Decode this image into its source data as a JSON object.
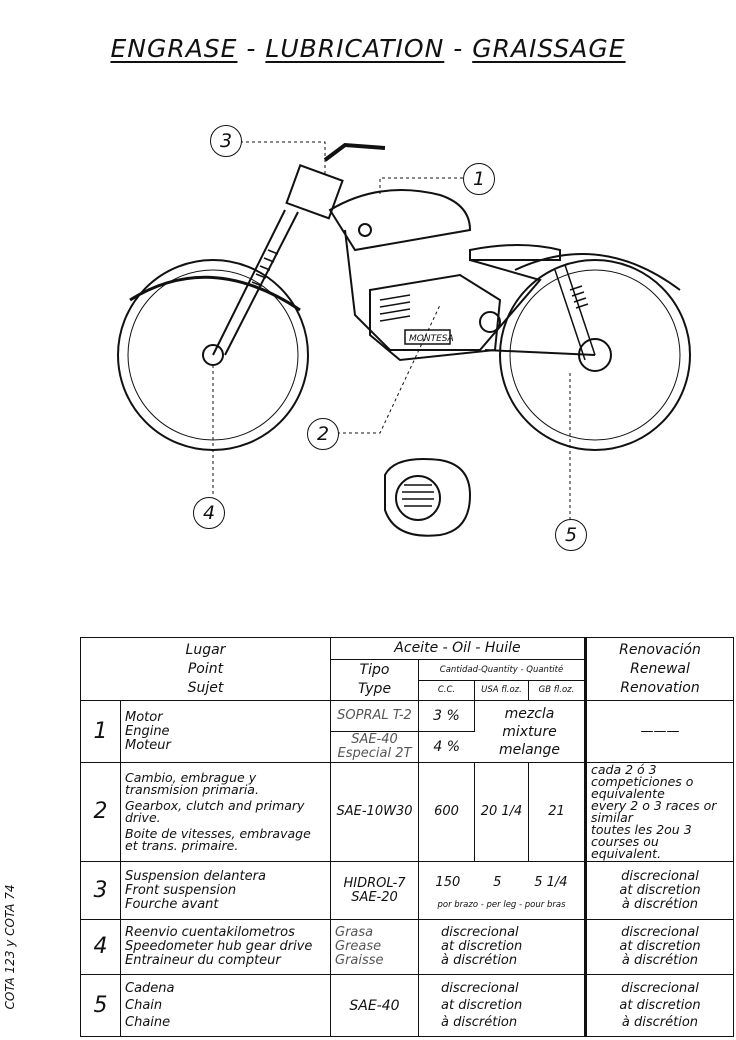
{
  "title": {
    "part1": "ENGRASE",
    "sep1": " - ",
    "part2": "LUBRICATION",
    "sep2": " - ",
    "part3": "GRAISSAGE"
  },
  "callouts": [
    "1",
    "2",
    "3",
    "4",
    "5"
  ],
  "side_note": "COTA 123 y COTA 74",
  "drawing_brand": "MONTESA",
  "table": {
    "header": {
      "lugar": [
        "Lugar",
        "Point",
        "Sujet"
      ],
      "oil": "Aceite - Oil - Huile",
      "tipo": [
        "Tipo",
        "Type"
      ],
      "quantity": "Cantidad-Quantity - Quantité",
      "cc": "C.C.",
      "usa": "USA fl.oz.",
      "gb": "GB fl.oz.",
      "renewal": [
        "Renovación",
        "Renewal",
        "Renovation"
      ]
    },
    "rows": [
      {
        "num": "1",
        "point": [
          "Motor",
          "Engine",
          "Moteur"
        ],
        "type_a": "SOPRAL T-2",
        "qty_a": "3 %",
        "type_b": [
          "SAE-40",
          "Especial 2T"
        ],
        "qty_b": "4 %",
        "mix": [
          "mezcla",
          "mixture",
          "melange"
        ],
        "renewal": "———"
      },
      {
        "num": "2",
        "point": [
          "Cambio, embrague y transmision primaria.",
          "Gearbox, clutch and primary drive.",
          "Boite de vitesses, embravage et trans. primaire."
        ],
        "type": "SAE-10W30",
        "cc": "600",
        "usa": "20 1/4",
        "gb": "21",
        "renewal": [
          "cada 2 ó 3 competiciones o equivalente",
          "every 2 o 3 races or similar",
          "toutes les 2ou 3 courses ou equivalent."
        ]
      },
      {
        "num": "3",
        "point": [
          "Suspension delantera",
          "Front suspension",
          "Fourche avant"
        ],
        "type": [
          "HIDROL-7",
          "SAE-20"
        ],
        "cc": "150",
        "usa": "5",
        "gb": "5 1/4",
        "note": "por brazo - per leg - pour bras",
        "renewal": [
          "discrecional",
          "at discretion",
          "à discrétion"
        ]
      },
      {
        "num": "4",
        "point": [
          "Reenvio cuentakilometros",
          "Speedometer hub gear drive",
          "Entraineur du compteur"
        ],
        "type": [
          "Grasa",
          "Grease",
          "Graisse"
        ],
        "qty": [
          "discrecional",
          "at discretion",
          "à discrétion"
        ],
        "renewal": [
          "discrecional",
          "at discretion",
          "à discrétion"
        ]
      },
      {
        "num": "5",
        "point": [
          "Cadena",
          "Chain",
          "Chaine"
        ],
        "type": "SAE-40",
        "qty": [
          "discrecional",
          "at discretion",
          "à discrétion"
        ],
        "renewal": [
          "discrecional",
          "at discretion",
          "à discrétion"
        ]
      }
    ]
  }
}
